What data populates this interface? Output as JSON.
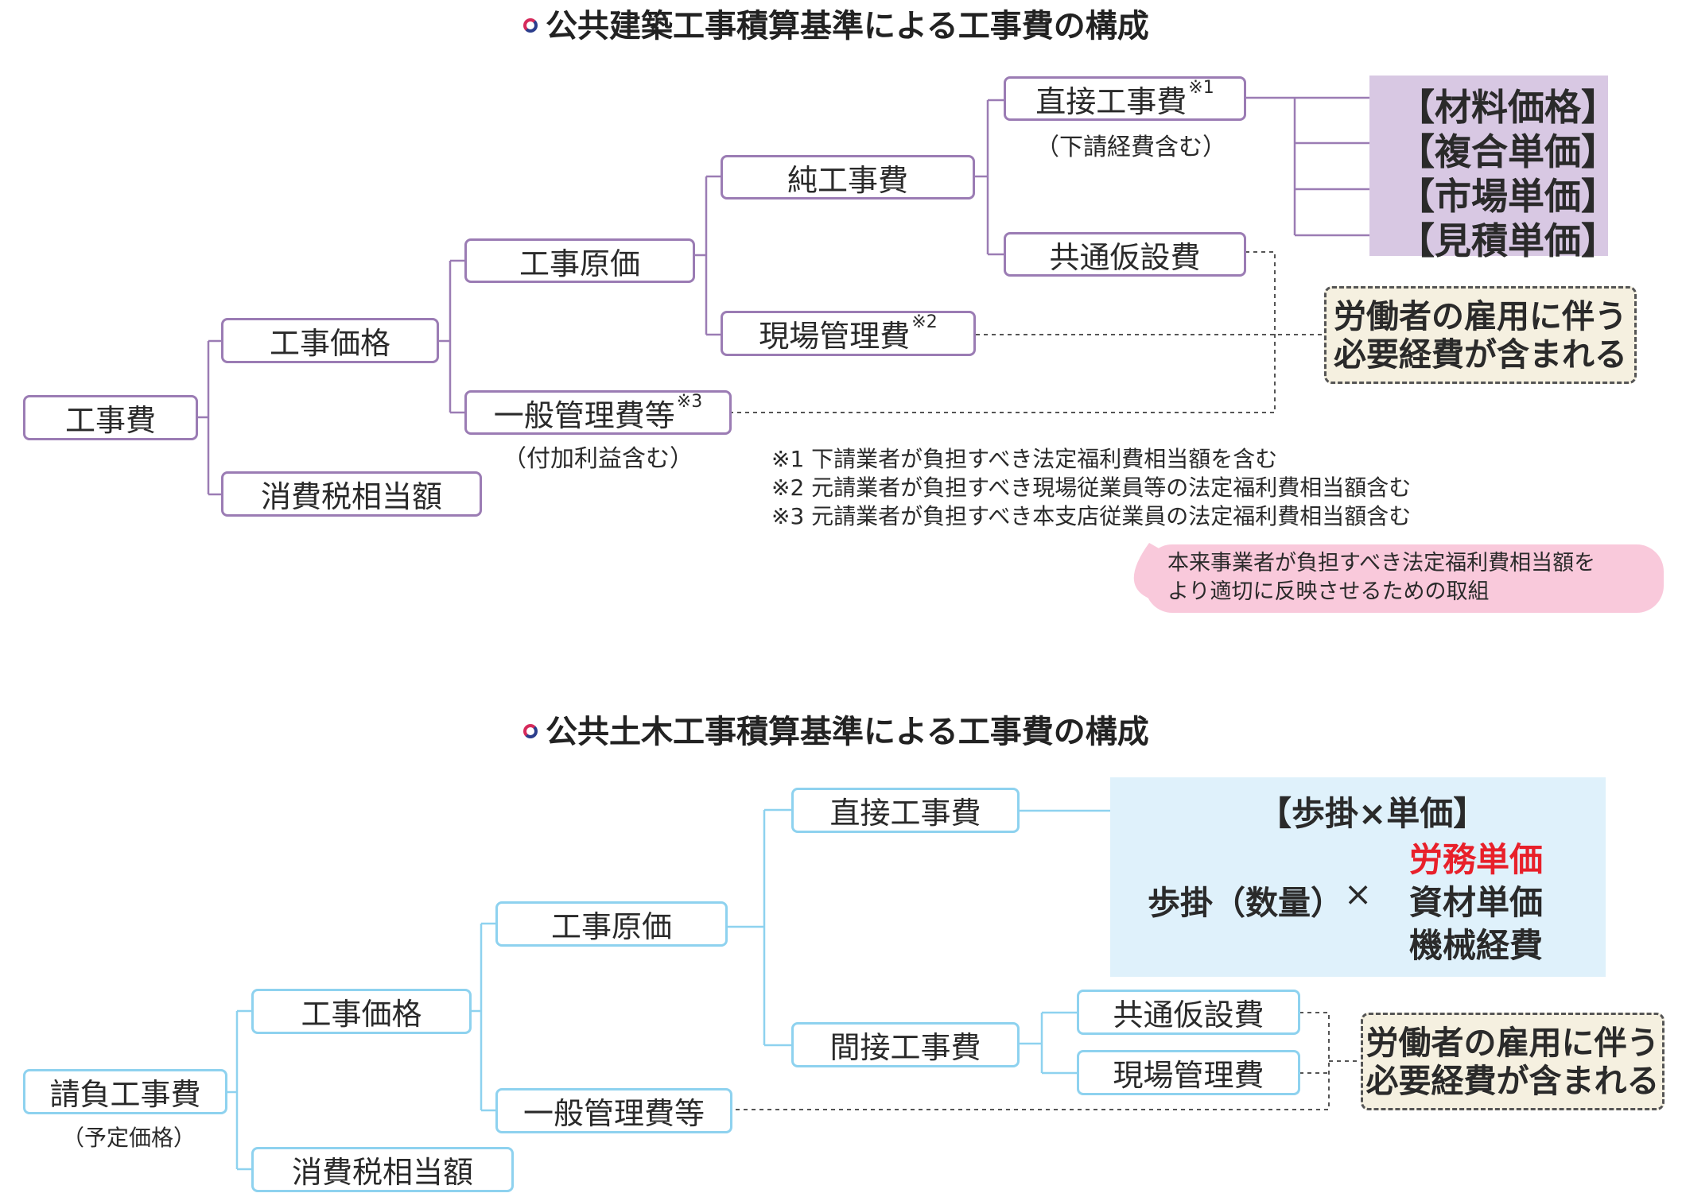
{
  "section1": {
    "title": "公共建築工事積算基準による工事費の構成",
    "nodes": {
      "koujihi": "工事費",
      "koujikakaku": "工事価格",
      "shouhizei": "消費税相当額",
      "koujigenka": "工事原価",
      "ippan": "一般管理費等",
      "ippan_mark": "※3",
      "ippan_sub": "（付加利益含む）",
      "junkoujihi": "純工事費",
      "genba": "現場管理費",
      "genba_mark": "※2",
      "chokusetsu": "直接工事費",
      "chokusetsu_mark": "※1",
      "chokusetsu_sub": "（下請経費含む）",
      "kyoutsuu": "共通仮設費"
    },
    "price_items": [
      "【材料価格】",
      "【複合単価】",
      "【市場単価】",
      "【見積単価】"
    ],
    "labor_note": [
      "労働者の雇用に伴う",
      "必要経費が含まれる"
    ],
    "notes": [
      "※1 下請業者が負担すべき法定福利費相当額を含む",
      "※2 元請業者が負担すべき現場従業員等の法定福利費相当額含む",
      "※3 元請業者が負担すべき本支店従業員の法定福利費相当額含む"
    ],
    "bubble": [
      "本来事業者が負担すべき法定福利費相当額を",
      "より適切に反映させるための取組"
    ]
  },
  "section2": {
    "title": "公共土木工事積算基準による工事費の構成",
    "nodes": {
      "ukeoi": "請負工事費",
      "ukeoi_sub": "（予定価格）",
      "koujikakaku": "工事価格",
      "shouhizei": "消費税相当額",
      "koujigenka": "工事原価",
      "ippan": "一般管理費等",
      "chokusetsu": "直接工事費",
      "kansetsu": "間接工事費",
      "kyoutsuu": "共通仮設費",
      "genba": "現場管理費"
    },
    "formula": {
      "heading": "【歩掛×単価】",
      "left": "歩掛（数量）",
      "times": "×",
      "items": [
        "労務単価",
        "資材単価",
        "機械経費"
      ],
      "highlight_color": "#e8202a"
    },
    "labor_note": [
      "労働者の雇用に伴う",
      "必要経費が含まれる"
    ]
  },
  "colors": {
    "purple_line": "#9b7cb4",
    "blue_line": "#8ed2ef",
    "purple_fill": "#d8c8e3",
    "blue_fill": "#dff1fb",
    "note_fill": "#f5f0e0",
    "bubble_fill": "#f9c9db"
  }
}
